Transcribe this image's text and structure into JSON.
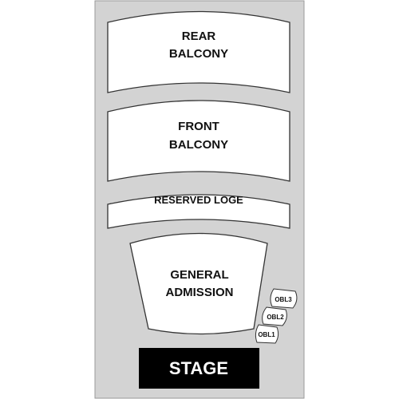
{
  "venue": {
    "background_color": "#d3d3d3",
    "section_fill": "#ffffff",
    "stage_fill": "#000000"
  },
  "sections": {
    "rear_balcony": {
      "line1": "REAR",
      "line2": "BALCONY"
    },
    "front_balcony": {
      "line1": "FRONT",
      "line2": "BALCONY"
    },
    "reserved_loge": {
      "label": "RESERVED LOGE"
    },
    "general_admission": {
      "line1": "GENERAL",
      "line2": "ADMISSION"
    }
  },
  "boxes": [
    "OBL3",
    "OBL2",
    "OBL1"
  ],
  "stage": {
    "label": "STAGE"
  }
}
